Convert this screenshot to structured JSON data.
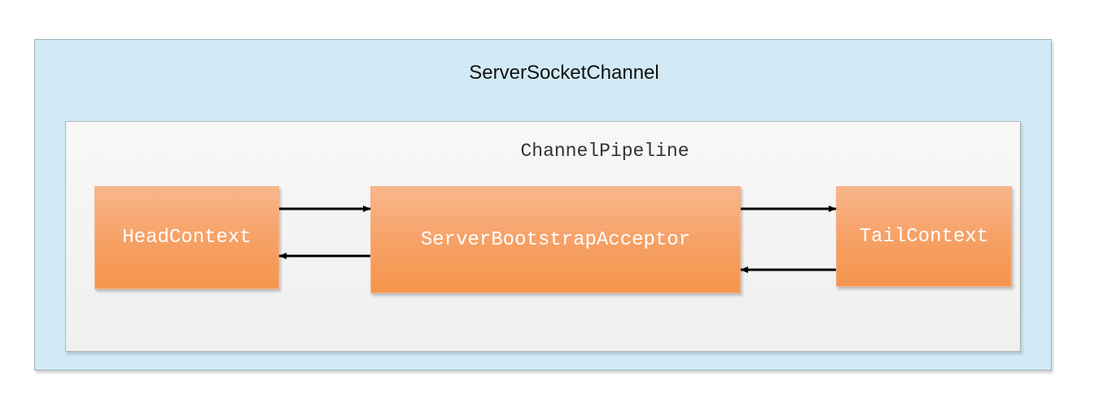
{
  "outer_container": {
    "title": "ServerSocketChannel",
    "fill": "#d1eaf5"
  },
  "inner_container": {
    "title": "ChannelPipeline",
    "fill": "#f4f4f4"
  },
  "nodes": [
    {
      "id": "head",
      "label": "HeadContext"
    },
    {
      "id": "acceptor",
      "label": "ServerBootstrapAcceptor"
    },
    {
      "id": "tail",
      "label": "TailContext"
    }
  ],
  "edges": [
    {
      "from": "head",
      "to": "acceptor"
    },
    {
      "from": "acceptor",
      "to": "head"
    },
    {
      "from": "acceptor",
      "to": "tail"
    },
    {
      "from": "tail",
      "to": "acceptor"
    }
  ],
  "colors": {
    "node_fill": "#f6a064",
    "node_text": "#ffffff",
    "arrow": "#000000"
  }
}
